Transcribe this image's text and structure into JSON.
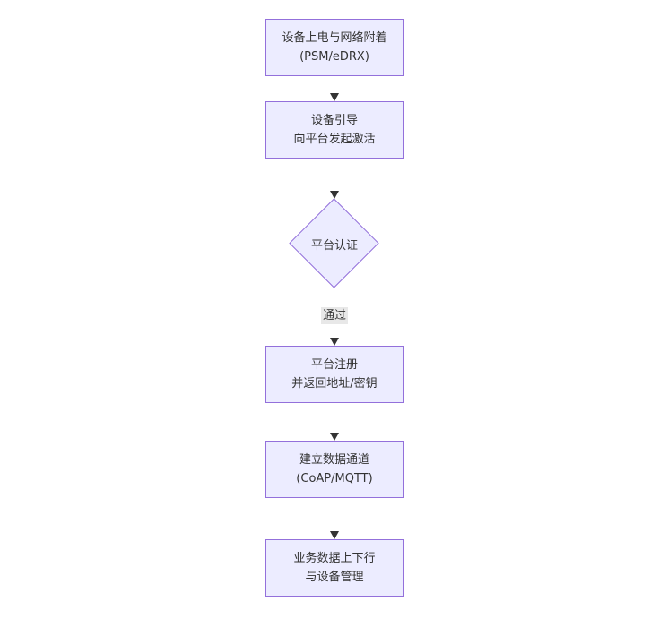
{
  "diagram": {
    "type": "flowchart",
    "direction": "top-to-bottom",
    "colors": {
      "node_fill": "#ECECFF",
      "node_border": "#9370DB",
      "node_text": "#333333",
      "edge_line": "#333333",
      "edge_label_bg": "#e8e8e8",
      "canvas_bg": "#ffffff"
    },
    "nodes": [
      {
        "id": "A",
        "shape": "rect",
        "lines": [
          "设备上电与网络附着",
          "(PSM/eDRX)"
        ]
      },
      {
        "id": "B",
        "shape": "rect",
        "lines": [
          "设备引导",
          "向平台发起激活"
        ]
      },
      {
        "id": "C",
        "shape": "diamond",
        "lines": [
          "平台认证"
        ]
      },
      {
        "id": "D",
        "shape": "rect",
        "lines": [
          "平台注册",
          "并返回地址/密钥"
        ]
      },
      {
        "id": "E",
        "shape": "rect",
        "lines": [
          "建立数据通道",
          "(CoAP/MQTT)"
        ]
      },
      {
        "id": "F",
        "shape": "rect",
        "lines": [
          "业务数据上下行",
          "与设备管理"
        ]
      }
    ],
    "edges": [
      {
        "from": "A",
        "to": "B",
        "label": ""
      },
      {
        "from": "B",
        "to": "C",
        "label": ""
      },
      {
        "from": "C",
        "to": "D",
        "label": "通过"
      },
      {
        "from": "D",
        "to": "E",
        "label": ""
      },
      {
        "from": "E",
        "to": "F",
        "label": ""
      }
    ]
  }
}
